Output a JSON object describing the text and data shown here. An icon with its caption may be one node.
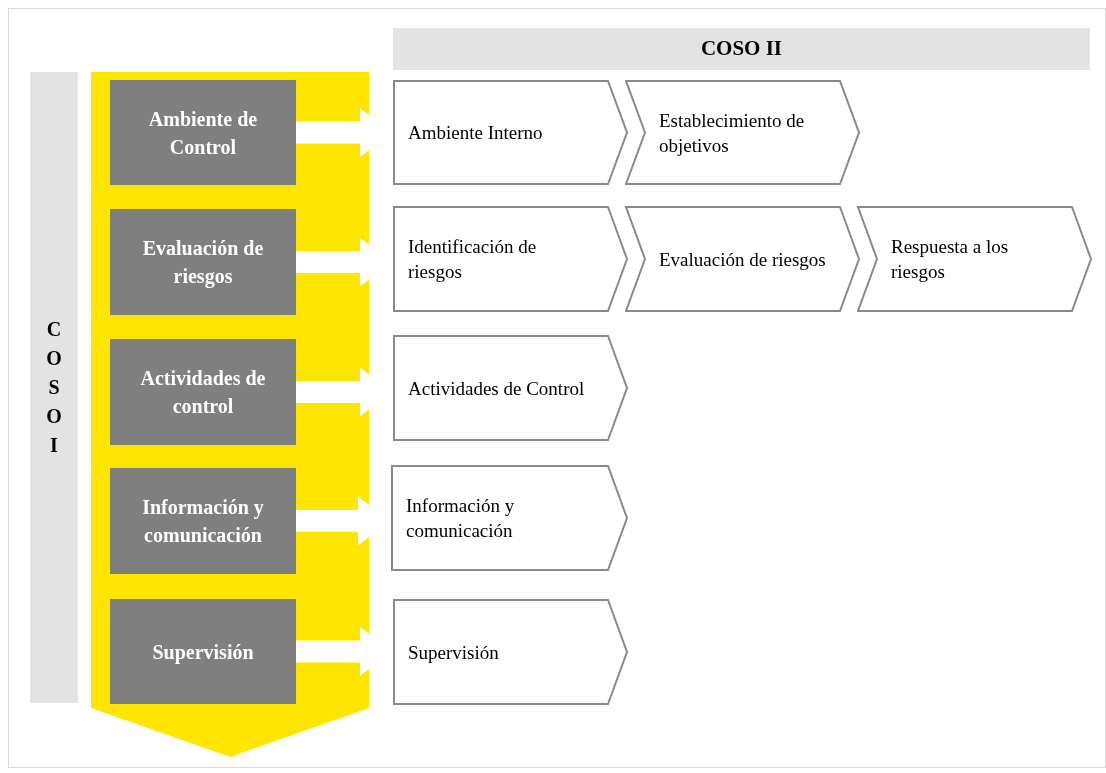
{
  "diagram": {
    "nodes": [
      {
        "text": [
          "COSO II"
        ]
      },
      {
        "text": [
          "COSO I"
        ]
      },
      {
        "text": [],
        "shape": "arrow"
      },
      {
        "text": [
          "Ambiente de Control"
        ],
        "in": 2
      },
      {
        "text": [
          "Evaluación de riesgos"
        ],
        "in": 2
      },
      {
        "text": [
          "Actividades de control"
        ],
        "in": 2
      },
      {
        "text": [
          "Información y comunicación"
        ],
        "in": 2
      },
      {
        "text": [
          "Supervisión"
        ],
        "in": 2
      },
      {
        "text": [
          "Ambiente Interno"
        ]
      },
      {
        "text": [
          "Establecimiento de objetivos"
        ]
      },
      {
        "text": [
          "Identificación de riesgos"
        ]
      },
      {
        "text": [
          "Evaluación de riesgos"
        ]
      },
      {
        "text": [
          "Respuesta a los riesgos"
        ]
      },
      {
        "text": [
          "Actividades de Control"
        ]
      },
      {
        "text": [
          "Información y comunicación"
        ]
      },
      {
        "text": [
          "Supervisión"
        ]
      }
    ],
    "edges": [
      {
        "from": 3,
        "to": 8,
        "arrow": "to"
      },
      {
        "from": 4,
        "to": 10,
        "arrow": "to"
      },
      {
        "from": 5,
        "to": 13,
        "arrow": "to"
      },
      {
        "from": 6,
        "to": 14,
        "arrow": "to"
      },
      {
        "from": 7,
        "to": 15,
        "arrow": "to"
      }
    ]
  }
}
